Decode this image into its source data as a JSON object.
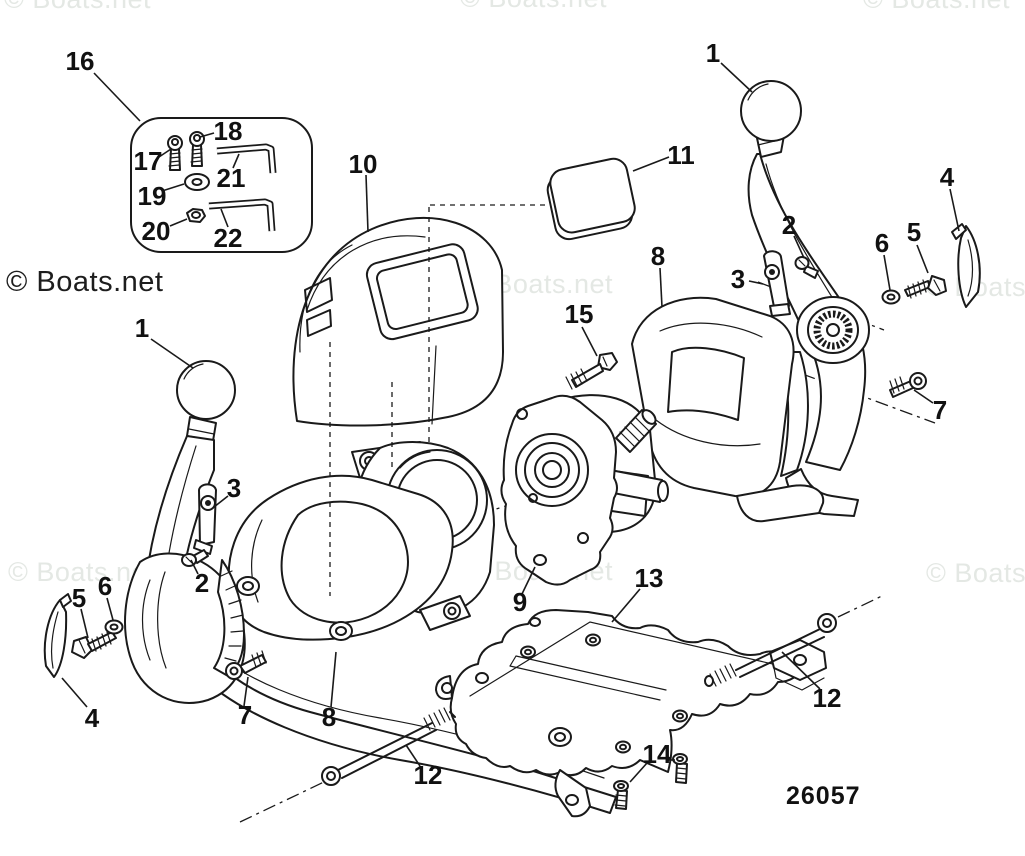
{
  "page": {
    "background": "#ffffff",
    "line_color": "#1a1a1a"
  },
  "watermark": {
    "text": "© Boats.net",
    "light_color": "#e4e8e4",
    "dark_color": "#1d1d1d"
  },
  "diagram": {
    "number": "26057",
    "callouts": [
      "16",
      "18",
      "17",
      "21",
      "19",
      "20",
      "22",
      "1",
      "11",
      "10",
      "4",
      "2",
      "5",
      "6",
      "8",
      "3",
      "15",
      "1",
      "7",
      "3",
      "13",
      "2",
      "6",
      "5",
      "9",
      "12",
      "4",
      "7",
      "8",
      "14",
      "12"
    ]
  }
}
